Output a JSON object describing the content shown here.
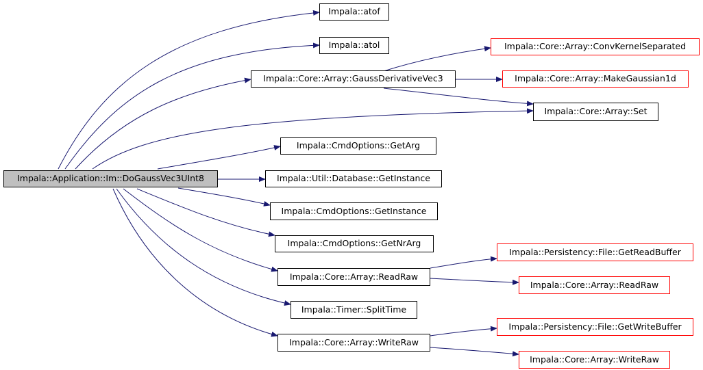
{
  "colors": {
    "edge": "#191970",
    "node_border": "#000000",
    "external_border": "#ff0000",
    "root_fill": "#bfbfbf",
    "node_fill": "#ffffff"
  },
  "nodes": {
    "root": "Impala::Application::Im::DoGaussVec3UInt8",
    "atof": "Impala::atof",
    "atol": "Impala::atol",
    "gauss_derivative_vec3": "Impala::Core::Array::GaussDerivativeVec3",
    "conv_kernel_separated": "Impala::Core::Array::ConvKernelSeparated",
    "make_gaussian1d": "Impala::Core::Array::MakeGaussian1d",
    "set": "Impala::Core::Array::Set",
    "get_arg": "Impala::CmdOptions::GetArg",
    "db_get_instance": "Impala::Util::Database::GetInstance",
    "cmd_get_instance": "Impala::CmdOptions::GetInstance",
    "get_nr_arg": "Impala::CmdOptions::GetNrArg",
    "read_raw": "Impala::Core::Array::ReadRaw",
    "get_read_buffer": "Impala::Persistency::File::GetReadBuffer",
    "read_raw_ext": "Impala::Core::Array::ReadRaw",
    "split_time": "Impala::Timer::SplitTime",
    "write_raw": "Impala::Core::Array::WriteRaw",
    "get_write_buffer": "Impala::Persistency::File::GetWriteBuffer",
    "write_raw_ext": "Impala::Core::Array::WriteRaw"
  }
}
